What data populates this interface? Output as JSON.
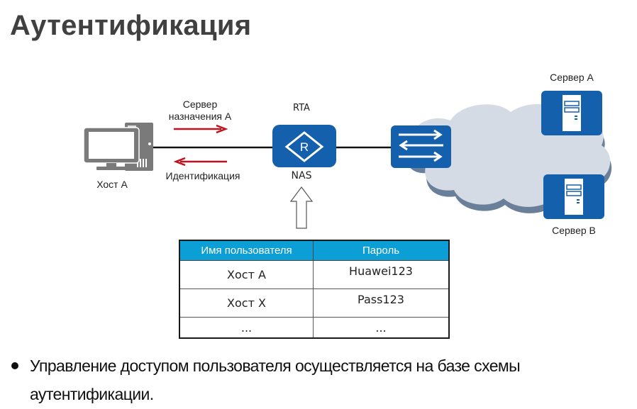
{
  "slide": {
    "title": "Аутентификация"
  },
  "diagram": {
    "host_label": "Хост А",
    "arrow_to_server_label_line1": "Сервер",
    "arrow_to_server_label_line2": "назначения А",
    "arrow_back_label": "Идентификация",
    "router_top_label": "RTA",
    "router_bottom_label": "NAS",
    "server_a_label": "Сервер A",
    "server_b_label": "Сервер B",
    "router_glyph": "R",
    "colors": {
      "device_blue": "#1560ad",
      "arrow_red": "#c0111f",
      "cloud_fill": "#d4dbe4",
      "cloud_shadow": "#6a7f99",
      "computer_gray": "#7a7a7a",
      "table_header": "#0b9fd6"
    }
  },
  "table": {
    "headers": [
      "Имя пользователя",
      "Пароль"
    ],
    "rows": [
      [
        "Хост А",
        "Huawei123"
      ],
      [
        "Хост X",
        "Pass123"
      ],
      [
        "...",
        "..."
      ]
    ]
  },
  "bullets": [
    {
      "line1": "Управление доступом пользователя осуществляется на базе схемы",
      "line2": "аутентификации."
    }
  ]
}
